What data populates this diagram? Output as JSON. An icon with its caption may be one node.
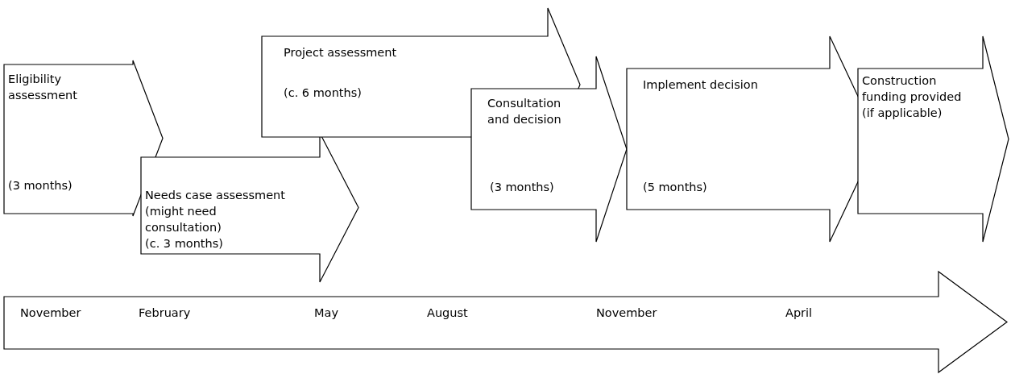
{
  "diagram": {
    "nodes": [
      {
        "text": [
          "Eligibility assessment",
          "(3 months)"
        ]
      },
      {
        "text": [
          "Needs case assessment (might need consultation)",
          "(c. 3 months)"
        ]
      },
      {
        "text": [
          "Project assessment",
          "(c. 6 months)"
        ]
      },
      {
        "text": [
          "Consultation and decision",
          "(3 months)"
        ]
      },
      {
        "text": [
          "Implement decision",
          "(5 months)"
        ]
      },
      {
        "text": [
          "Construction funding provided (if applicable)"
        ]
      },
      {
        "text": [
          "November",
          "February",
          "May",
          "August",
          "November",
          "April"
        ]
      }
    ]
  }
}
